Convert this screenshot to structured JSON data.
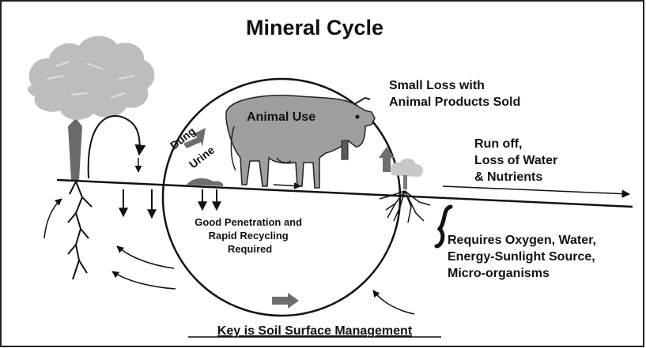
{
  "title": "Mineral Cycle",
  "labels": {
    "animal_use": "Animal Use",
    "small_loss": [
      "Small Loss with",
      "Animal Products Sold"
    ],
    "runoff": [
      "Run off,",
      "Loss of Water",
      "& Nutrients"
    ],
    "dung": "Dung",
    "urine": "Urine",
    "penetration": [
      "Good Penetration and",
      "Rapid Recycling",
      "Required"
    ],
    "requires": [
      "Requires Oxygen, Water,",
      "Energy-Sunlight Source,",
      "Micro-organisms"
    ],
    "key": "Key is Soil Surface Management"
  },
  "icons": [
    "tree-icon",
    "cow-icon",
    "shrub-icon",
    "dung-pile-icon",
    "root-icon",
    "brace-icon"
  ],
  "colors": {
    "ink": "#111111",
    "tree": "#bdbdbd",
    "cow": "#9e9e9e",
    "arrow_gray": "#6e6e6e"
  }
}
